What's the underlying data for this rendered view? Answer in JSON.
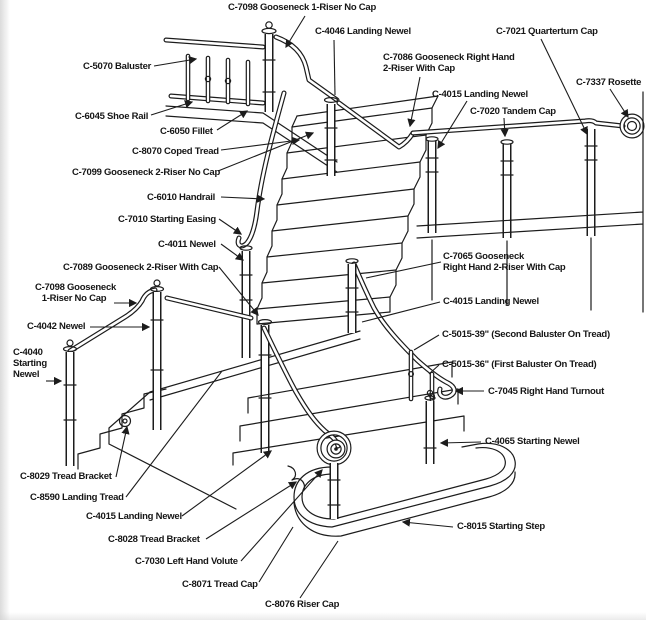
{
  "diagram": {
    "type": "labeled-parts-diagram",
    "subject": "staircase parts",
    "background_color": "#ffffff",
    "line_color": "#1c1c1c",
    "text_color": "#161616",
    "labels": [
      {
        "id": "c7098-top",
        "lines": [
          "C-7098 Gooseneck 1-Riser No Cap"
        ]
      },
      {
        "id": "c4046",
        "lines": [
          "C-4046 Landing Newel"
        ]
      },
      {
        "id": "c7021",
        "lines": [
          "C-7021 Quarterturn Cap"
        ]
      },
      {
        "id": "c7086",
        "lines": [
          "C-7086 Gooseneck Right Hand",
          "2-Riser With Cap"
        ]
      },
      {
        "id": "c4015-top",
        "lines": [
          "C-4015 Landing Newel"
        ]
      },
      {
        "id": "c7020",
        "lines": [
          "C-7020 Tandem Cap"
        ]
      },
      {
        "id": "c7337",
        "lines": [
          "C-7337 Rosette"
        ]
      },
      {
        "id": "c5070",
        "lines": [
          "C-5070 Baluster"
        ]
      },
      {
        "id": "c6045",
        "lines": [
          "C-6045 Shoe Rail"
        ]
      },
      {
        "id": "c6050",
        "lines": [
          "C-6050 Fillet"
        ]
      },
      {
        "id": "c8070",
        "lines": [
          "C-8070 Coped Tread"
        ]
      },
      {
        "id": "c7099",
        "lines": [
          "C-7099 Gooseneck 2-Riser No Cap"
        ]
      },
      {
        "id": "c6010",
        "lines": [
          "C-6010 Handrail"
        ]
      },
      {
        "id": "c7010",
        "lines": [
          "C-7010 Starting Easing"
        ]
      },
      {
        "id": "c4011",
        "lines": [
          "C-4011 Newel"
        ]
      },
      {
        "id": "c7089",
        "lines": [
          "C-7089 Gooseneck 2-Riser With Cap"
        ]
      },
      {
        "id": "c7098-left",
        "lines": [
          "C-7098 Gooseneck",
          "1-Riser No Cap"
        ]
      },
      {
        "id": "c4042",
        "lines": [
          "C-4042 Newel"
        ]
      },
      {
        "id": "c4040",
        "lines": [
          "C-4040",
          "Starting",
          "Newel"
        ]
      },
      {
        "id": "c7065",
        "lines": [
          "C-7065 Gooseneck",
          "Right Hand 2-Riser With Cap"
        ]
      },
      {
        "id": "c4015-mid",
        "lines": [
          "C-4015 Landing Newel"
        ]
      },
      {
        "id": "c5015-39",
        "lines": [
          "C-5015-39\" (Second Baluster On Tread)"
        ]
      },
      {
        "id": "c5015-36",
        "lines": [
          "C-5015-36\" (First Baluster On Tread)"
        ]
      },
      {
        "id": "c7045",
        "lines": [
          "C-7045 Right Hand Turnout"
        ]
      },
      {
        "id": "c4065",
        "lines": [
          "C-4065 Starting Newel"
        ]
      },
      {
        "id": "c8015",
        "lines": [
          "C-8015 Starting Step"
        ]
      },
      {
        "id": "c8029",
        "lines": [
          "C-8029 Tread Bracket"
        ]
      },
      {
        "id": "c8590",
        "lines": [
          "C-8590 Landing Tread"
        ]
      },
      {
        "id": "c4015-bottom",
        "lines": [
          "C-4015 Landing Newel"
        ]
      },
      {
        "id": "c8028",
        "lines": [
          "C-8028  Tread Bracket"
        ]
      },
      {
        "id": "c7030",
        "lines": [
          "C-7030 Left Hand Volute"
        ]
      },
      {
        "id": "c8071",
        "lines": [
          "C-8071 Tread Cap"
        ]
      },
      {
        "id": "c8076",
        "lines": [
          "C-8076 Riser Cap"
        ]
      }
    ]
  }
}
